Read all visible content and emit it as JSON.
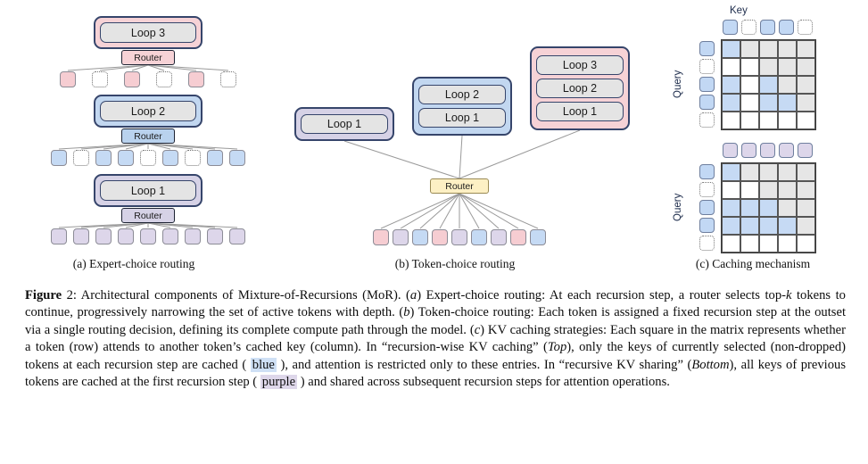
{
  "figure": {
    "label": "Figure",
    "number": "2",
    "caption_parts": {
      "p1": ": Architectural components of Mixture-of-Recursions (MoR). (",
      "a": "a",
      "p2": ") Expert-choice routing: At each recursion step, a router selects top-",
      "k": "k",
      "p3": " tokens to continue, progressively narrowing the set of active tokens with depth. (",
      "b": "b",
      "p4": ") Token-choice routing: Each token is assigned a fixed recursion step at the outset via a single routing decision, defining its complete compute path through the model. (",
      "c": "c",
      "p5": ") KV caching strategies: Each square in the matrix represents whether a token (row) attends to another token’s cached key (column). In “recursion-wise KV caching” (",
      "top": "Top",
      "p6": "), only the keys of currently selected (non-dropped) tokens at each recursion step are cached ( ",
      "blue_word": "blue",
      "p7": " ), and attention is restricted only to these entries. In “recursive KV sharing” (",
      "bottom": "Bottom",
      "p8": "), all keys of previous tokens are cached at the first recursion step ( ",
      "purple_word": "purple",
      "p9": " ) and shared across subsequent recursion steps for attention operations."
    }
  },
  "panel_a": {
    "subcaption": "(a) Expert-choice routing",
    "stages": [
      {
        "loop_label": "Loop 3",
        "color": "pink",
        "router_label": "Router"
      },
      {
        "loop_label": "Loop 2",
        "color": "blue",
        "router_label": "Router"
      },
      {
        "loop_label": "Loop 1",
        "color": "purple",
        "router_label": "Router"
      }
    ],
    "token_rows": [
      {
        "color": "pink",
        "count": 6,
        "states": [
          "solid",
          "dashed",
          "solid",
          "dashed",
          "solid",
          "dashed"
        ]
      },
      {
        "color": "blue",
        "count": 9,
        "states": [
          "solid",
          "dashed",
          "solid",
          "solid",
          "dashed",
          "solid",
          "dashed",
          "solid",
          "solid"
        ]
      },
      {
        "color": "purple",
        "count": 9,
        "states": [
          "solid",
          "solid",
          "solid",
          "solid",
          "solid",
          "solid",
          "solid",
          "solid",
          "solid"
        ]
      }
    ]
  },
  "panel_b": {
    "subcaption": "(b) Token-choice routing",
    "router_label": "Router",
    "paths": [
      {
        "color": "purple",
        "loops": [
          "Loop 1"
        ]
      },
      {
        "color": "blue",
        "loops": [
          "Loop 2",
          "Loop 1"
        ]
      },
      {
        "color": "pink",
        "loops": [
          "Loop 3",
          "Loop 2",
          "Loop 1"
        ]
      }
    ],
    "tokens": [
      "pink",
      "purple",
      "blue",
      "pink",
      "purple",
      "blue",
      "purple",
      "pink",
      "blue"
    ]
  },
  "panel_c": {
    "subcaption": "(c) Caching mechanism",
    "key_label": "Key",
    "query_label_top": "Query",
    "query_label_bottom": "Query",
    "top_matrix": {
      "name": "recursion-wise-kv-caching",
      "key_tokens": [
        {
          "color": "blue",
          "state": "solid"
        },
        {
          "color": "blue",
          "state": "dashed"
        },
        {
          "color": "blue",
          "state": "solid"
        },
        {
          "color": "blue",
          "state": "solid"
        },
        {
          "color": "blue",
          "state": "dashed"
        }
      ],
      "query_tokens": [
        {
          "color": "blue",
          "state": "solid"
        },
        {
          "color": "blue",
          "state": "dashed"
        },
        {
          "color": "blue",
          "state": "solid"
        },
        {
          "color": "blue",
          "state": "solid"
        },
        {
          "color": "blue",
          "state": "dashed"
        }
      ],
      "cells": [
        [
          "blue",
          "gray",
          "gray",
          "gray",
          "gray"
        ],
        [
          "white",
          "white",
          "gray",
          "gray",
          "gray"
        ],
        [
          "blue",
          "white",
          "blue",
          "gray",
          "gray"
        ],
        [
          "blue",
          "white",
          "blue",
          "blue",
          "gray"
        ],
        [
          "white",
          "white",
          "white",
          "white",
          "white"
        ]
      ]
    },
    "bottom_matrix": {
      "name": "recursive-kv-sharing",
      "key_tokens": [
        {
          "color": "purple",
          "state": "solid"
        },
        {
          "color": "purple",
          "state": "solid"
        },
        {
          "color": "purple",
          "state": "solid"
        },
        {
          "color": "purple",
          "state": "solid"
        },
        {
          "color": "purple",
          "state": "solid"
        }
      ],
      "query_tokens": [
        {
          "color": "blue",
          "state": "solid"
        },
        {
          "color": "blue",
          "state": "dashed"
        },
        {
          "color": "blue",
          "state": "solid"
        },
        {
          "color": "blue",
          "state": "solid"
        },
        {
          "color": "blue",
          "state": "dashed"
        }
      ],
      "cells": [
        [
          "blue",
          "gray",
          "gray",
          "gray",
          "gray"
        ],
        [
          "white",
          "white",
          "gray",
          "gray",
          "gray"
        ],
        [
          "blue",
          "blue",
          "blue",
          "gray",
          "gray"
        ],
        [
          "blue",
          "blue",
          "blue",
          "blue",
          "gray"
        ],
        [
          "white",
          "white",
          "white",
          "white",
          "white"
        ]
      ]
    }
  }
}
